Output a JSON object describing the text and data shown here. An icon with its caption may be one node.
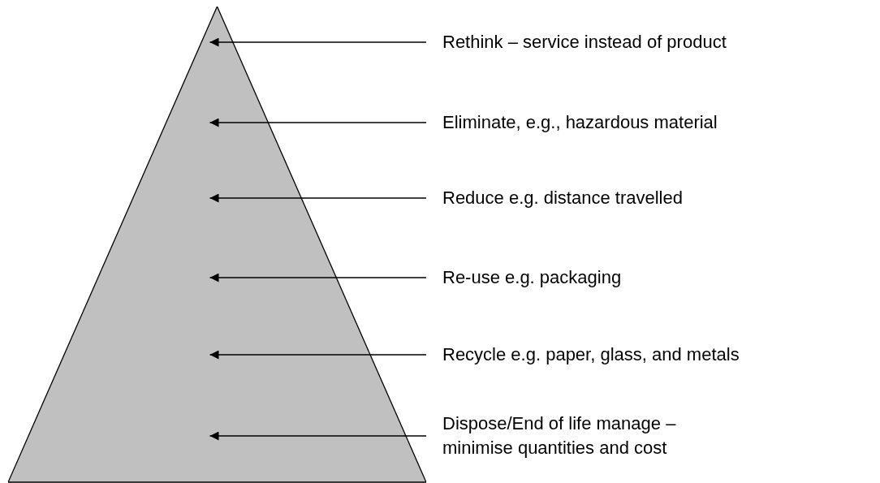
{
  "diagram": {
    "nodes": [
      {
        "text": [],
        "shape": "triangle"
      },
      {
        "text": [
          "Rethink – service instead of product"
        ]
      },
      {
        "text": [
          "Eliminate, e.g., hazardous material"
        ]
      },
      {
        "text": [
          "Reduce e.g. distance travelled"
        ]
      },
      {
        "text": [
          "Re-use e.g. packaging"
        ]
      },
      {
        "text": [
          "Recycle e.g. paper, glass, and metals"
        ]
      },
      {
        "text": [
          "Dispose/End of life manage – minimise quantities and cost"
        ]
      }
    ],
    "edges": [
      {
        "from": 1,
        "to": 0,
        "arrow": "to"
      },
      {
        "from": 2,
        "to": 0,
        "arrow": "to"
      },
      {
        "from": 3,
        "to": 0,
        "arrow": "to"
      },
      {
        "from": 4,
        "to": 0,
        "arrow": "to"
      },
      {
        "from": 5,
        "to": 0,
        "arrow": "to"
      },
      {
        "from": 6,
        "to": 0,
        "arrow": "to"
      }
    ]
  }
}
